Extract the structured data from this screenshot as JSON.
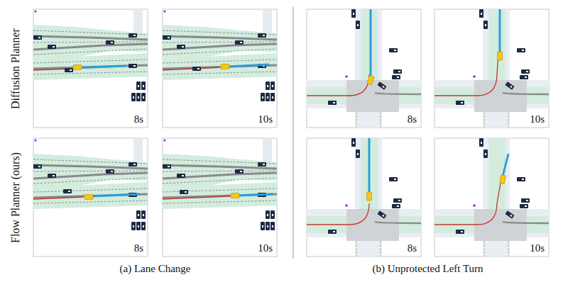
{
  "diagram": {
    "labels": [
      "Diffusion Planner",
      "8s",
      "10s",
      "8s",
      "10s",
      "Flow Planner (ours)",
      "8s",
      "10s",
      "8s",
      "10s",
      "(a) Lane Change",
      "(b) Unprotected Left Turn"
    ]
  }
}
